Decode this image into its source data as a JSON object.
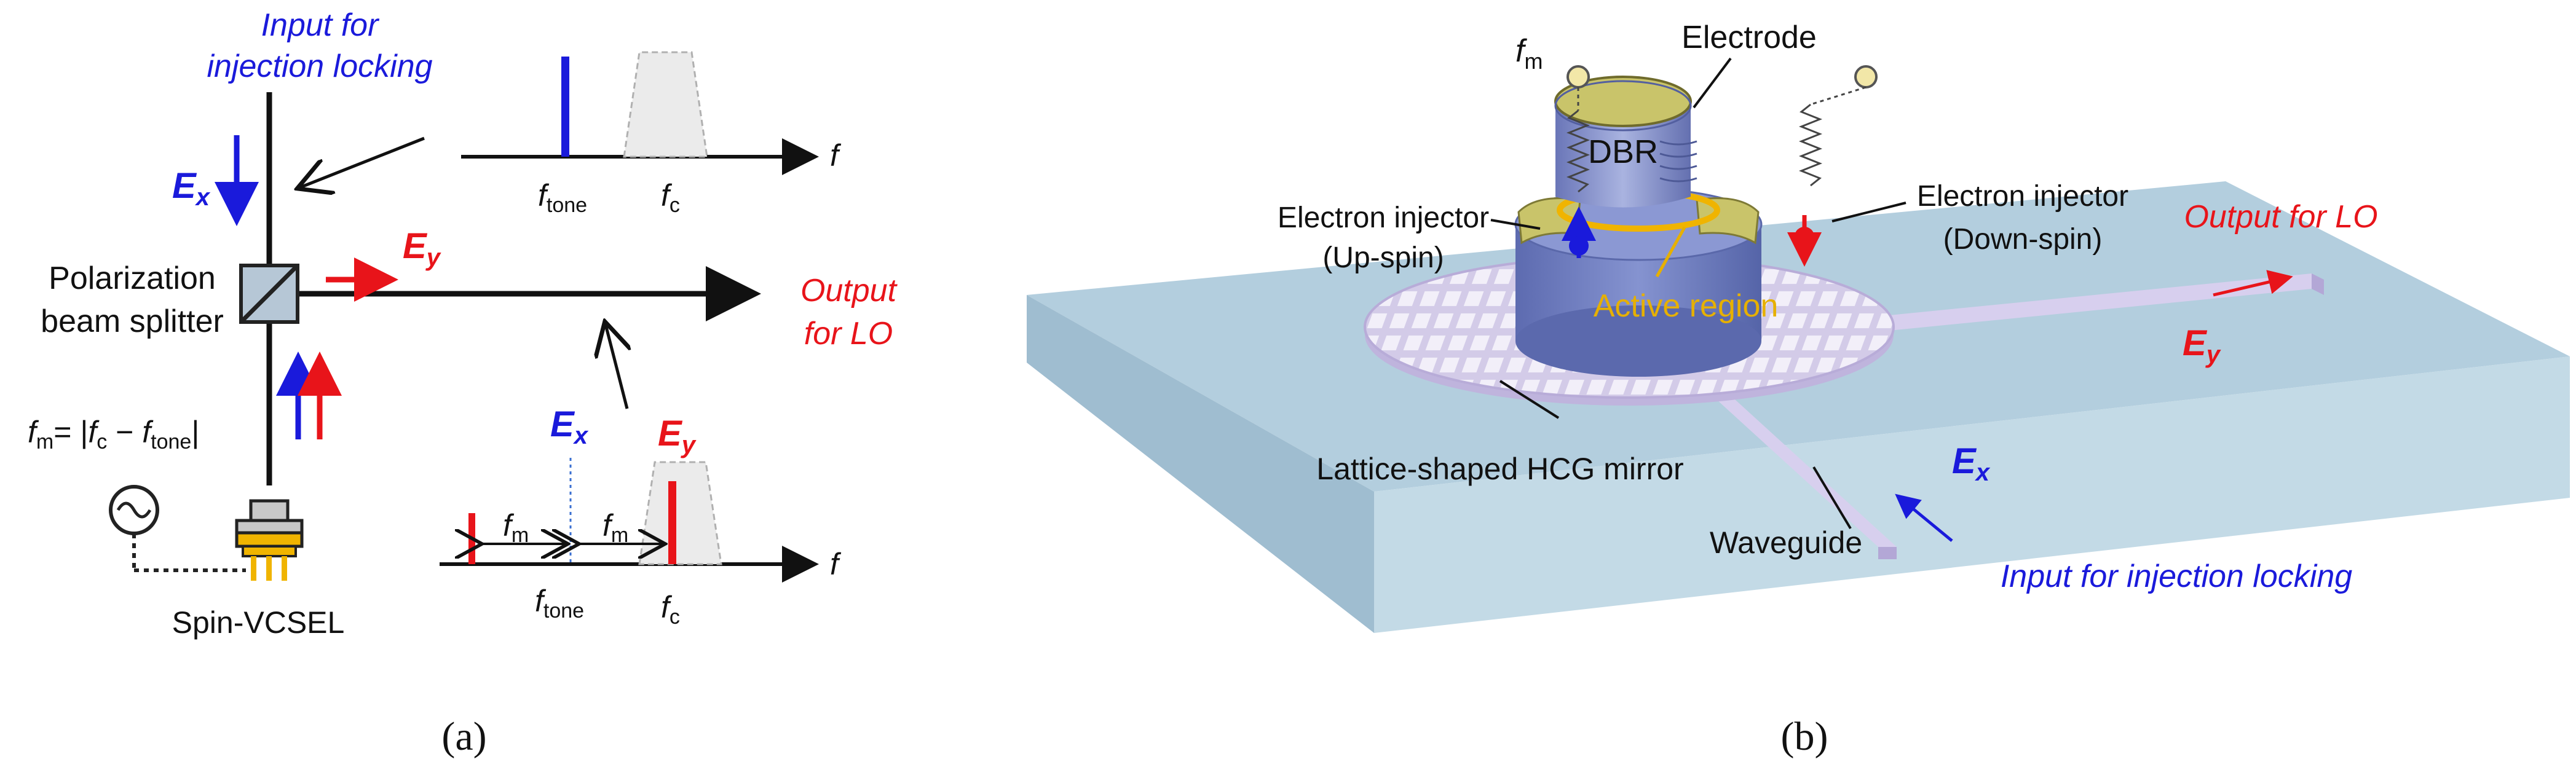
{
  "panel_a": {
    "caption": "(a)",
    "input_label_line1": "Input for",
    "input_label_line2": "injection locking",
    "ex_label": "E",
    "ex_sub": "x",
    "ey_label": "E",
    "ey_sub": "y",
    "pbs_label_line1": "Polarization",
    "pbs_label_line2": "beam splitter",
    "output_label_line1": "Output",
    "output_label_line2": "for LO",
    "fm_eq_left": "f",
    "fm_eq_sub": "m",
    "fm_eq_mid": "= |",
    "fm_eq_fc": "f",
    "fm_eq_fc_sub": "c",
    "fm_eq_minus": " − ",
    "fm_eq_ft": "f",
    "fm_eq_ft_sub": "tone",
    "fm_eq_end": "|",
    "vcsel_label": "Spin-VCSEL",
    "spec_top": {
      "axis": "f",
      "tone_label": "f",
      "tone_sub": "tone",
      "fc_label": "f",
      "fc_sub": "c"
    },
    "spec_bottom": {
      "axis": "f",
      "tone_label": "f",
      "tone_sub": "tone",
      "fc_label": "f",
      "fc_sub": "c",
      "fm1_label": "f",
      "fm1_sub": "m",
      "fm2_label": "f",
      "fm2_sub": "m",
      "ex_label": "E",
      "ex_sub": "x",
      "ey_label": "E",
      "ey_sub": "y"
    }
  },
  "panel_b": {
    "caption": "(b)",
    "fm_label": "f",
    "fm_sub": "m",
    "electrode_label": "Electrode",
    "dbr_label": "DBR",
    "injector_left_line1": "Electron injector",
    "injector_left_line2": "(Up-spin)",
    "injector_right_line1": "Electron injector",
    "injector_right_line2": "(Down-spin)",
    "active_label": "Active region",
    "output_label": "Output for LO",
    "ey_label": "E",
    "ey_sub": "y",
    "ex_label": "E",
    "ex_sub": "x",
    "hcg_label": "Lattice-shaped HCG mirror",
    "waveguide_label": "Waveguide",
    "input_label": "Input for injection locking"
  },
  "colors": {
    "blue": "#1a1adb",
    "red": "#e8141a",
    "gold": "#e6b000",
    "substrate": "#b3cede",
    "cylinder": "#6f7fc0",
    "hcg": "#d3cbe8"
  }
}
